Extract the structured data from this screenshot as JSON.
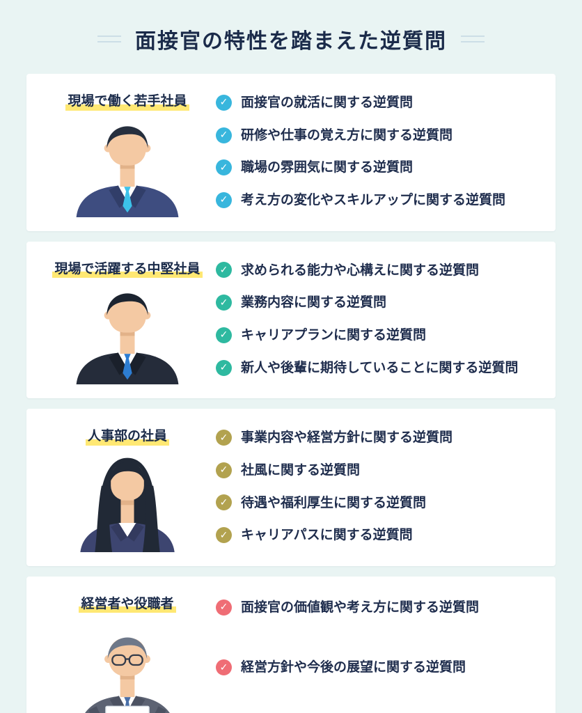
{
  "page": {
    "title": "面接官の特性を踏まえた逆質問",
    "background_color": "#e9f4f3",
    "text_color": "#1b2b4a",
    "highlight_color": "#ffe873"
  },
  "icons": {
    "check": "✓"
  },
  "cards": [
    {
      "label": "現場で働く若手社員",
      "illustration": "young-male-employee",
      "check_color": "#38b6dd",
      "items": [
        "面接官の就活に関する逆質問",
        "研修や仕事の覚え方に関する逆質問",
        "職場の雰囲気に関する逆質問",
        "考え方の変化やスキルアップに関する逆質問"
      ]
    },
    {
      "label": "現場で活躍する中堅社員",
      "illustration": "mid-career-male-employee",
      "check_color": "#2eb9a0",
      "items": [
        "求められる能力や心構えに関する逆質問",
        "業務内容に関する逆質問",
        "キャリアプランに関する逆質問",
        "新人や後輩に期待していることに関する逆質問"
      ]
    },
    {
      "label": "人事部の社員",
      "illustration": "hr-female-employee",
      "check_color": "#b2a24f",
      "items": [
        "事業内容や経営方針に関する逆質問",
        "社風に関する逆質問",
        "待遇や福利厚生に関する逆質問",
        "キャリアパスに関する逆質問"
      ]
    },
    {
      "label": "経営者や役職者",
      "illustration": "executive-male",
      "check_color": "#ef6d75",
      "items": [
        "面接官の価値観や考え方に関する逆質問",
        "経営方針や今後の展望に関する逆質問"
      ]
    }
  ]
}
